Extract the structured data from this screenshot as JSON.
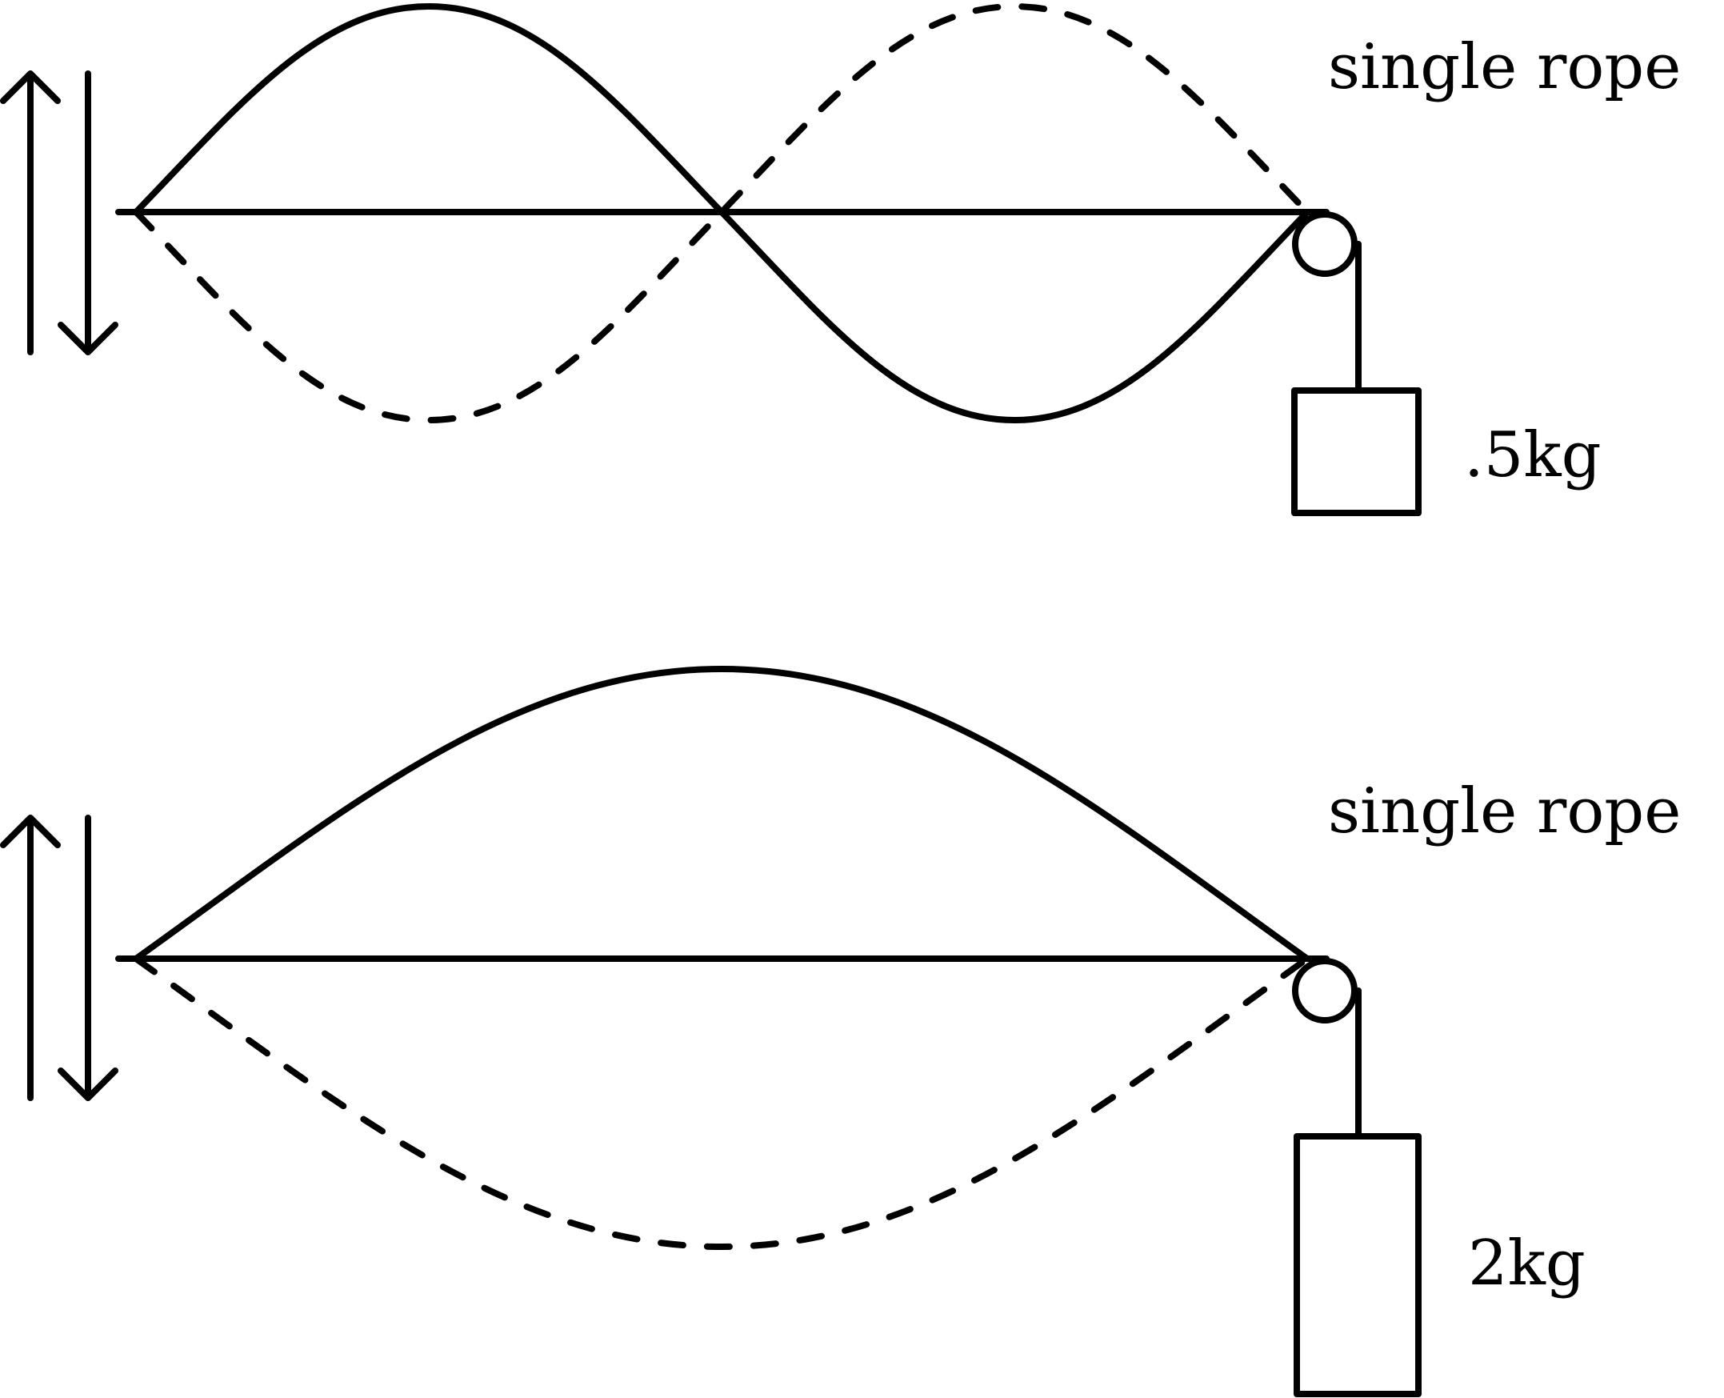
{
  "panels": [
    {
      "title": "single rope",
      "mass_label": ".5kg"
    },
    {
      "title": "single rope",
      "mass_label": "2kg"
    }
  ]
}
